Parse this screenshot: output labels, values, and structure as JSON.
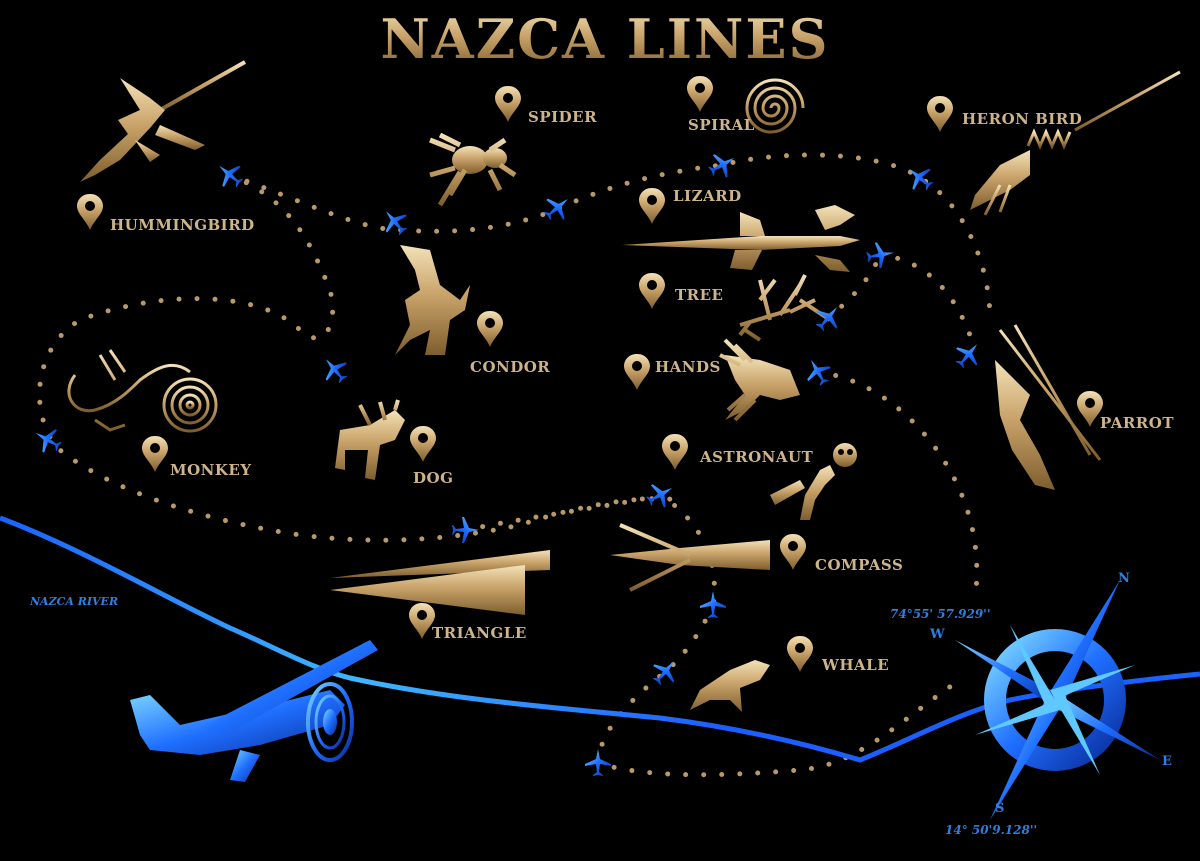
{
  "title": "NAZCA LINES",
  "figures": [
    {
      "id": "hummingbird",
      "label": "HUMMINGBIRD"
    },
    {
      "id": "spider",
      "label": "SPIDER"
    },
    {
      "id": "spiral",
      "label": "SPIRAL"
    },
    {
      "id": "heron-bird",
      "label": "HERON BIRD"
    },
    {
      "id": "lizard",
      "label": "LIZARD"
    },
    {
      "id": "tree",
      "label": "TREE"
    },
    {
      "id": "condor",
      "label": "CONDOR"
    },
    {
      "id": "hands",
      "label": "HANDS"
    },
    {
      "id": "monkey",
      "label": "MONKEY"
    },
    {
      "id": "dog",
      "label": "DOG"
    },
    {
      "id": "astronaut",
      "label": "ASTRONAUT"
    },
    {
      "id": "parrot",
      "label": "PARROT"
    },
    {
      "id": "compass",
      "label": "COMPASS"
    },
    {
      "id": "triangle",
      "label": "TRIANGLE"
    },
    {
      "id": "whale",
      "label": "WHALE"
    }
  ],
  "river": {
    "label": "NAZCA RIVER"
  },
  "compass_rose": {
    "north": "N",
    "east": "E",
    "south": "S",
    "west": "W",
    "longitude": "74°55'  57.929''",
    "latitude": "14°  50'9.128''"
  },
  "colors": {
    "gold": "#c9a36a",
    "blue": "#1f6fff",
    "background": "#000000"
  },
  "icons": [
    "map-pin-icon",
    "airplane-icon",
    "compass-rose-icon",
    "propeller-plane-icon"
  ]
}
